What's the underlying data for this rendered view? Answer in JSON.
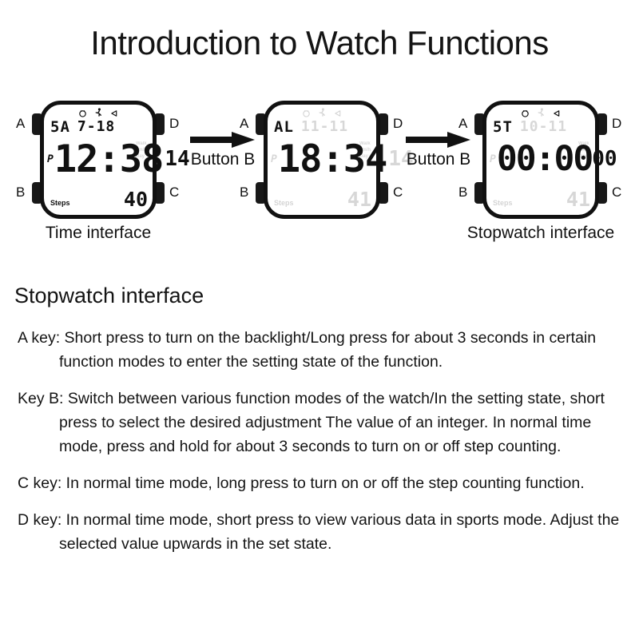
{
  "page": {
    "title": "Introduction to Watch Functions",
    "section_heading": "Stopwatch interface"
  },
  "diagram": {
    "watches": [
      {
        "caption": "Time interface",
        "buttons": {
          "top_left": "A",
          "bottom_left": "B",
          "top_right": "D",
          "bottom_right": "C"
        },
        "lcd": {
          "icons": [
            "alarm-clock-icon",
            "running-person-icon",
            "bell-icon"
          ],
          "icons_active": [
            true,
            true,
            true
          ],
          "mode": "5A",
          "mode_active": true,
          "date": "7-18",
          "date_active": true,
          "pm_flag": "P",
          "pm_active": true,
          "time": "12:38",
          "seconds": "14",
          "seconds_active": true,
          "steps_label": "Steps",
          "steps_label_active": true,
          "steps_value": "40",
          "steps_active": true,
          "ghost_left": "Steps\nkcal",
          "ghost_right": "Walk\nkm/h\nDay"
        }
      },
      {
        "caption": "",
        "buttons": {
          "top_left": "A",
          "bottom_left": "B",
          "top_right": "D",
          "bottom_right": "C"
        },
        "lcd": {
          "icons": [
            "alarm-clock-icon",
            "running-person-icon",
            "bell-icon"
          ],
          "icons_active": [
            false,
            false,
            false
          ],
          "mode": "AL",
          "mode_active": true,
          "date": "11-11",
          "date_active": false,
          "pm_flag": "P",
          "pm_active": false,
          "time": "18:34",
          "seconds": "14",
          "seconds_active": false,
          "steps_label": "Steps",
          "steps_label_active": false,
          "steps_value": "41",
          "steps_active": false,
          "ghost_left": "Steps\nkcal",
          "ghost_right": "Walk\nkm/h\nDay"
        }
      },
      {
        "caption": "Stopwatch interface",
        "buttons": {
          "top_left": "A",
          "bottom_left": "B",
          "top_right": "D",
          "bottom_right": "C"
        },
        "lcd": {
          "icons": [
            "alarm-clock-icon",
            "running-person-icon",
            "bell-icon"
          ],
          "icons_active": [
            true,
            false,
            true
          ],
          "mode": "5T",
          "mode_active": true,
          "date": "10-11",
          "date_active": false,
          "pm_flag": "P",
          "pm_active": false,
          "time": "00:00",
          "centiseconds": "00",
          "seconds": "",
          "seconds_active": false,
          "steps_label": "Steps",
          "steps_label_active": false,
          "steps_value": "41",
          "steps_active": false,
          "ghost_left": "Steps\nkcal",
          "ghost_right": "Walk\nkm/h\nDay"
        }
      }
    ],
    "arrows": [
      {
        "label": "Button B"
      },
      {
        "label": "Button B"
      }
    ]
  },
  "key_descriptions": [
    "A key: Short press to turn on the backlight/Long press for about 3 seconds in certain function modes to enter the setting state of the function.",
    "Key B: Switch between various function modes of the watch/In the setting state, short press to select the desired adjustment The value of an integer. In normal time mode, press and hold for about 3 seconds to turn on or off step counting.",
    "C key: In normal time mode, long press to turn on or off the step counting function.",
    "D key: In normal time mode, short press to view various data in sports mode. Adjust the selected value upwards in the set state."
  ],
  "colors": {
    "text": "#141414",
    "lcd_segment": "#111111",
    "background": "#ffffff"
  }
}
